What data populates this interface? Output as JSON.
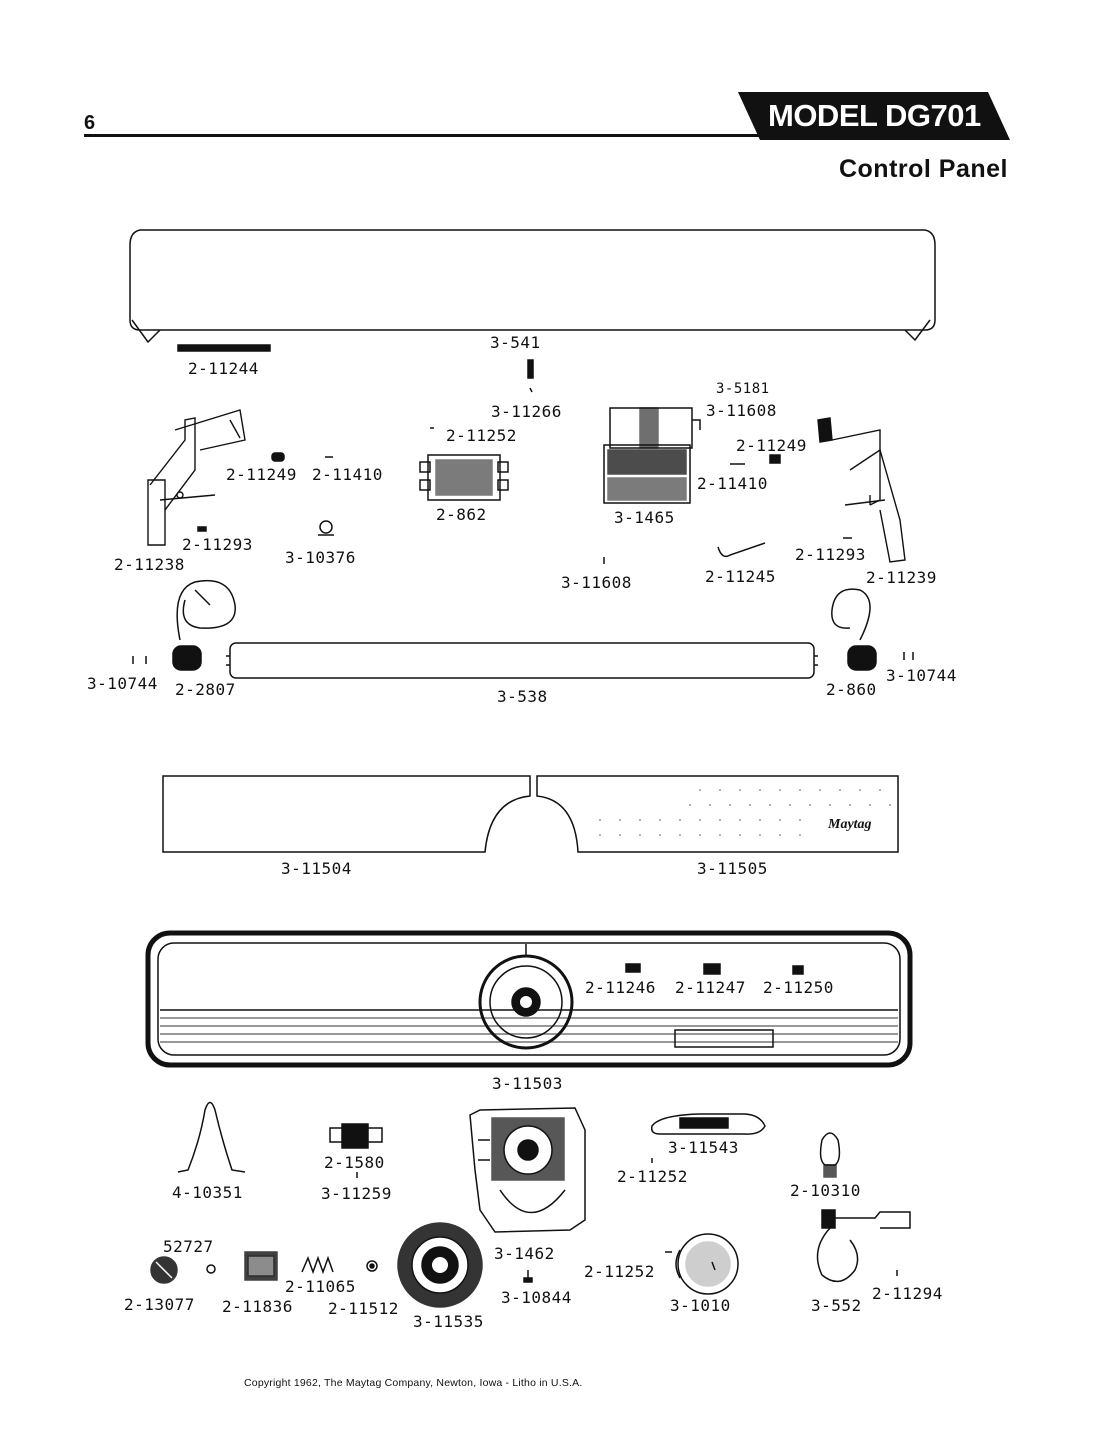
{
  "header": {
    "page_number": "6",
    "model": "MODEL DG701",
    "section": "Control Panel"
  },
  "parts": [
    {
      "id": "p-3-541",
      "text": "3-541"
    },
    {
      "id": "p-2-11244",
      "text": "2-11244"
    },
    {
      "id": "p-3-11266",
      "text": "3-11266"
    },
    {
      "id": "p-3-5181",
      "text": "3-5181"
    },
    {
      "id": "p-3-11608-a",
      "text": "3-11608"
    },
    {
      "id": "p-2-11252-a",
      "text": "2-11252"
    },
    {
      "id": "p-2-11249-a",
      "text": "2-11249"
    },
    {
      "id": "p-2-11249-b",
      "text": "2-11249"
    },
    {
      "id": "p-2-11410-a",
      "text": "2-11410"
    },
    {
      "id": "p-2-11410-b",
      "text": "2-11410"
    },
    {
      "id": "p-2-862",
      "text": "2-862"
    },
    {
      "id": "p-3-1465",
      "text": "3-1465"
    },
    {
      "id": "p-2-11293-a",
      "text": "2-11293"
    },
    {
      "id": "p-2-11293-b",
      "text": "2-11293"
    },
    {
      "id": "p-2-11238",
      "text": "2-11238"
    },
    {
      "id": "p-3-10376",
      "text": "3-10376"
    },
    {
      "id": "p-3-11608-b",
      "text": "3-11608"
    },
    {
      "id": "p-2-11245",
      "text": "2-11245"
    },
    {
      "id": "p-2-11239",
      "text": "2-11239"
    },
    {
      "id": "p-3-10744-a",
      "text": "3-10744"
    },
    {
      "id": "p-2-2807",
      "text": "2-2807"
    },
    {
      "id": "p-3-538",
      "text": "3-538"
    },
    {
      "id": "p-2-860",
      "text": "2-860"
    },
    {
      "id": "p-3-10744-b",
      "text": "3-10744"
    },
    {
      "id": "p-3-11504",
      "text": "3-11504"
    },
    {
      "id": "p-3-11505",
      "text": "3-11505"
    },
    {
      "id": "p-2-11246",
      "text": "2-11246"
    },
    {
      "id": "p-2-11247",
      "text": "2-11247"
    },
    {
      "id": "p-2-11250",
      "text": "2-11250"
    },
    {
      "id": "p-3-11503",
      "text": "3-11503"
    },
    {
      "id": "p-4-10351",
      "text": "4-10351"
    },
    {
      "id": "p-2-1580",
      "text": "2-1580"
    },
    {
      "id": "p-3-11259",
      "text": "3-11259"
    },
    {
      "id": "p-3-1462",
      "text": "3-1462"
    },
    {
      "id": "p-3-11543",
      "text": "3-11543"
    },
    {
      "id": "p-2-11252-b",
      "text": "2-11252"
    },
    {
      "id": "p-2-10310",
      "text": "2-10310"
    },
    {
      "id": "p-52727",
      "text": "52727"
    },
    {
      "id": "p-2-13077",
      "text": "2-13077"
    },
    {
      "id": "p-2-11836",
      "text": "2-11836"
    },
    {
      "id": "p-2-11065",
      "text": "2-11065"
    },
    {
      "id": "p-2-11512",
      "text": "2-11512"
    },
    {
      "id": "p-3-11535",
      "text": "3-11535"
    },
    {
      "id": "p-3-10844",
      "text": "3-10844"
    },
    {
      "id": "p-2-11252-c",
      "text": "2-11252"
    },
    {
      "id": "p-3-1010",
      "text": "3-1010"
    },
    {
      "id": "p-3-552",
      "text": "3-552"
    },
    {
      "id": "p-2-11294",
      "text": "2-11294"
    }
  ],
  "logo_text": "Maytag",
  "footer": {
    "copyright": "Copyright 1962, The Maytag Company, Newton, Iowa - Litho in U.S.A."
  },
  "colors": {
    "ink": "#111111",
    "paper": "#ffffff"
  }
}
